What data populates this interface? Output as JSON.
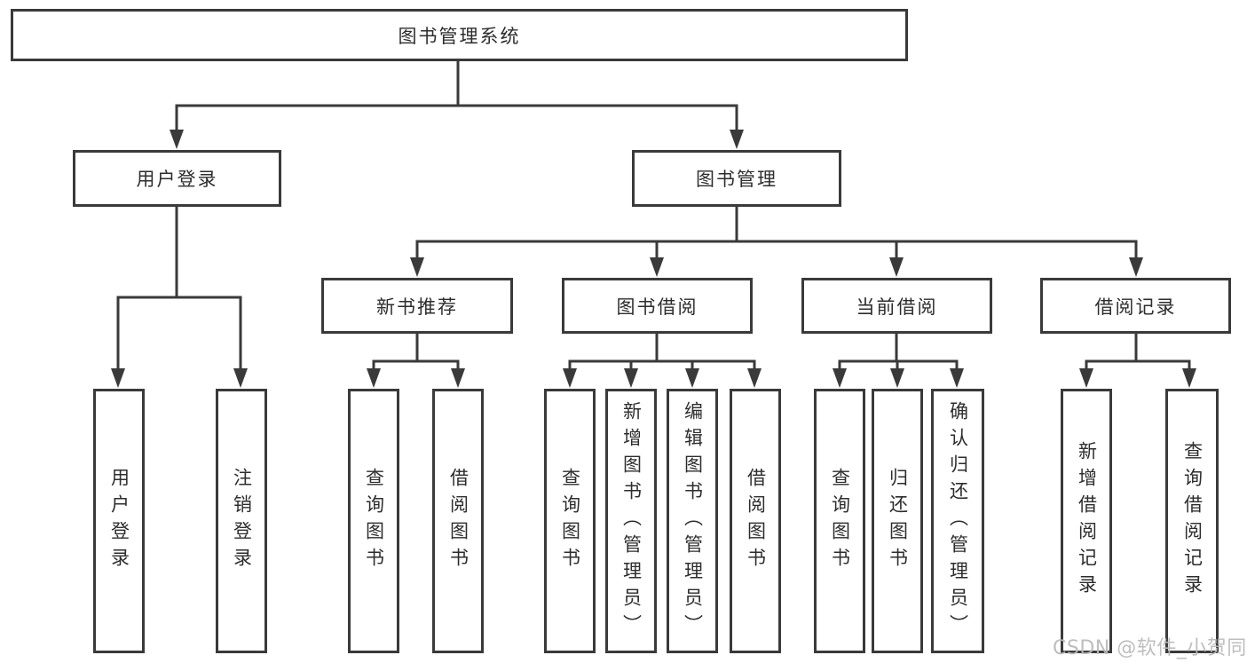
{
  "diagram": {
    "nodes": {
      "root": "图书管理系统",
      "level2": [
        "用户登录",
        "图书管理"
      ],
      "level3": [
        "新书推荐",
        "图书借阅",
        "当前借阅",
        "借阅记录"
      ],
      "leaves": {
        "user_login": [
          "用户登录",
          "注销登录"
        ],
        "new_book_recommend": [
          "查询图书",
          "借阅图书"
        ],
        "book_borrow": [
          "查询图书",
          "新增图书（管理员）",
          "编辑图书（管理员）",
          "借阅图书"
        ],
        "current_borrow": [
          "查询图书",
          "归还图书",
          "确认归还（管理员）"
        ],
        "borrow_record": [
          "新增借阅记录",
          "查询借阅记录"
        ]
      }
    },
    "colors": {
      "line": "#3a3a3a",
      "text": "#2d2d2d",
      "background": "#ffffff",
      "watermark": "#bababa"
    },
    "watermark": "CSDN @软件_小贺同学"
  }
}
